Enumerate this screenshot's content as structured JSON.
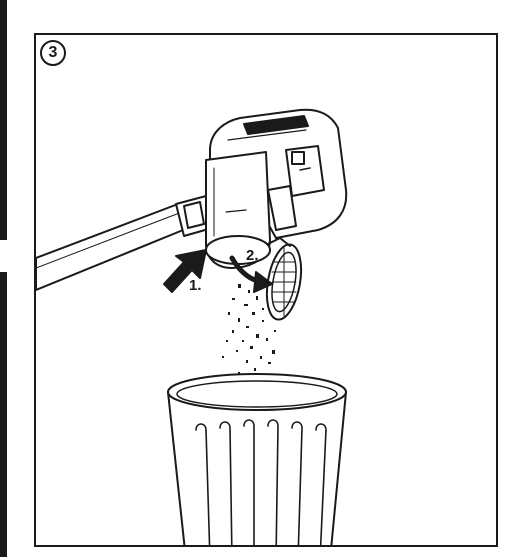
{
  "step": {
    "number": "3"
  },
  "callouts": {
    "first": "1.",
    "second": "2."
  }
}
